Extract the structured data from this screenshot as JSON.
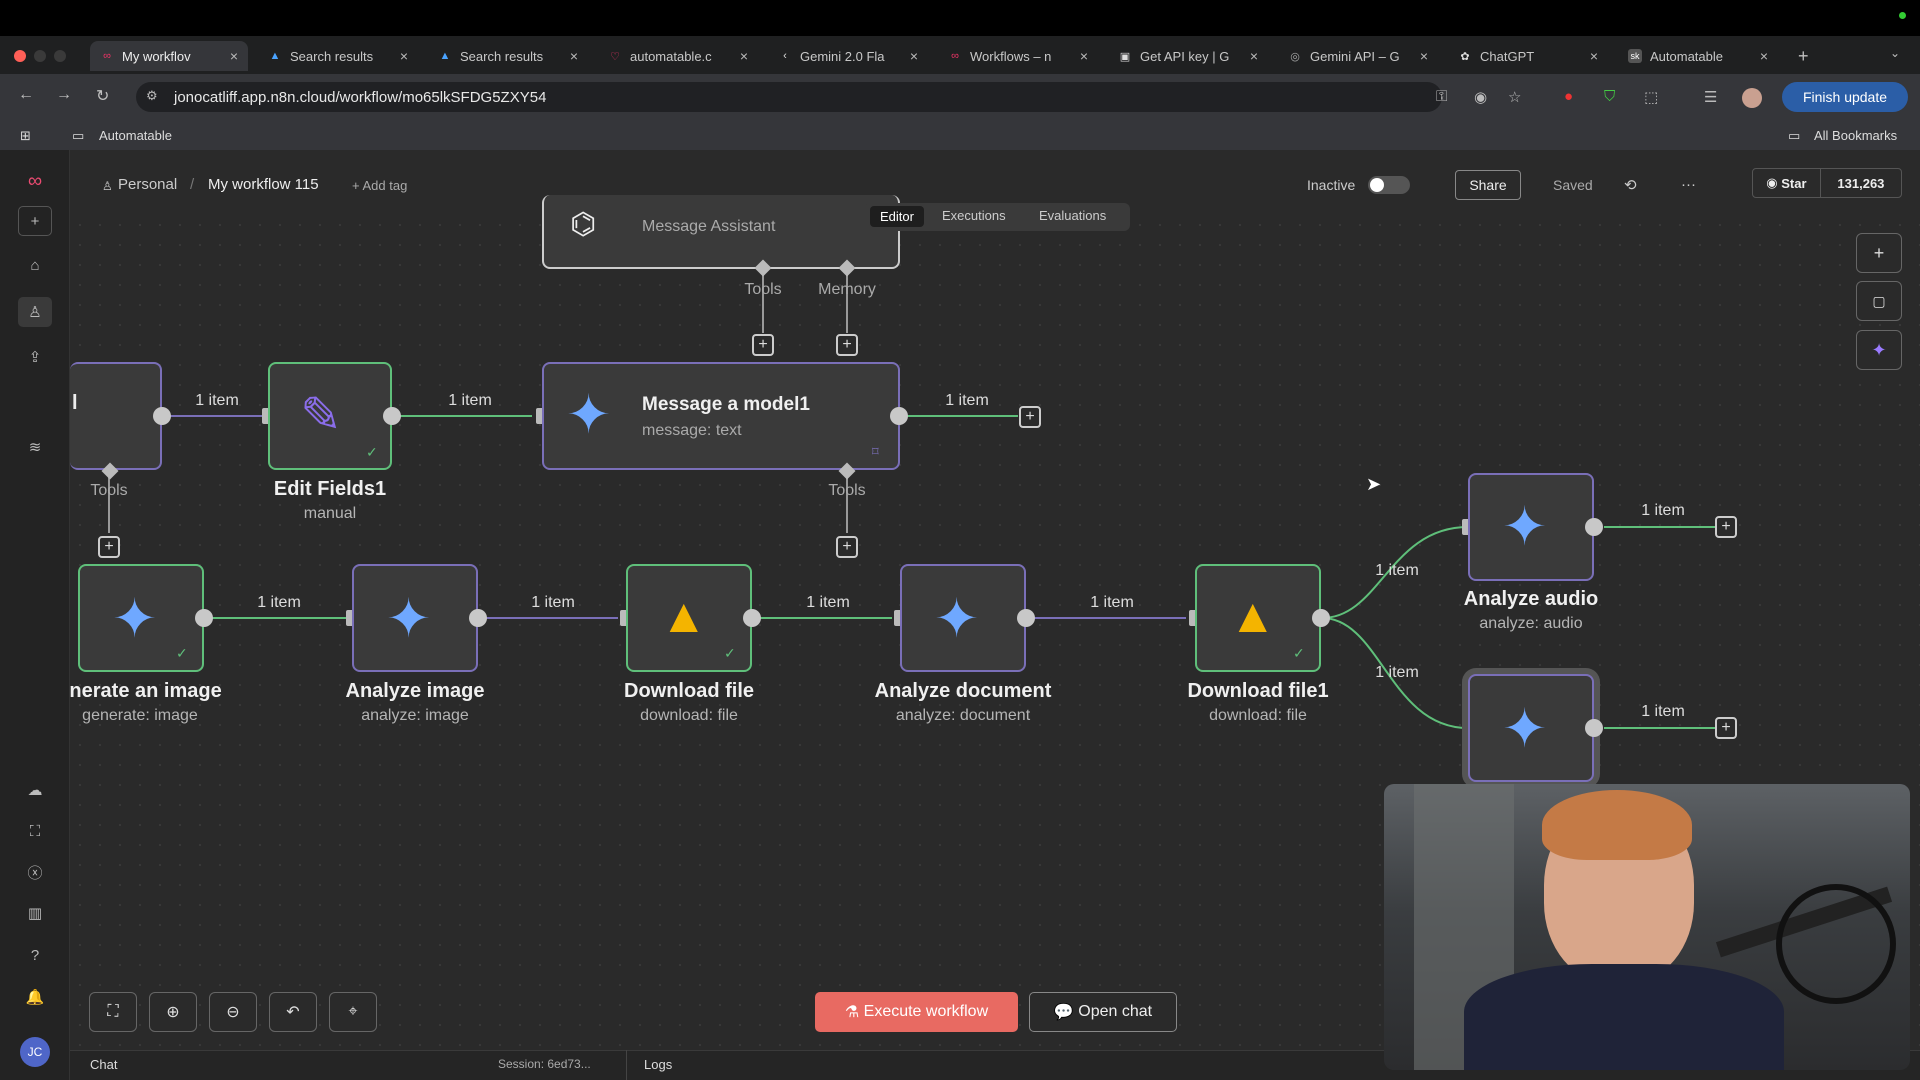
{
  "browser": {
    "tabs": [
      {
        "label": "My workflov",
        "active": true
      },
      {
        "label": "Search results"
      },
      {
        "label": "Search results"
      },
      {
        "label": "automatable.c"
      },
      {
        "label": "Gemini 2.0 Fla"
      },
      {
        "label": "Workflows – n"
      },
      {
        "label": "Get API key | G"
      },
      {
        "label": "Gemini API – G"
      },
      {
        "label": "ChatGPT"
      },
      {
        "label": "Automatable"
      }
    ],
    "url": "jonocatliff.app.n8n.cloud/workflow/mo65lkSFDG5ZXY54",
    "finish_update": "Finish update",
    "bookmark_folder": "Automatable",
    "all_bookmarks": "All Bookmarks"
  },
  "header": {
    "project": "Personal",
    "workflow_name": "My workflow 115",
    "add_tag": "+ Add tag",
    "status_label": "Inactive",
    "share": "Share",
    "saved": "Saved",
    "star": "Star",
    "star_count": "131,263",
    "view_tabs": [
      "Editor",
      "Executions",
      "Evaluations"
    ]
  },
  "canvas": {
    "assistant": {
      "label": "Message Assistant",
      "ports": [
        "Tools",
        "Memory"
      ]
    },
    "nodes": [
      {
        "title": "Edit Fields1",
        "subtitle": "manual"
      },
      {
        "title": "Message a model1",
        "subtitle": "message: text"
      },
      {
        "title": "enerate an image",
        "subtitle": "generate: image"
      },
      {
        "title": "Analyze image",
        "subtitle": "analyze: image"
      },
      {
        "title": "Download file",
        "subtitle": "download: file"
      },
      {
        "title": "Analyze document",
        "subtitle": "analyze: document"
      },
      {
        "title": "Download file1",
        "subtitle": "download: file"
      },
      {
        "title": "Analyze audio",
        "subtitle": "analyze: audio"
      }
    ],
    "edge_label": "1 item",
    "tools_label": "Tools",
    "fragment_label": "l"
  },
  "actions": {
    "execute": "Execute workflow",
    "open_chat": "Open chat"
  },
  "bottom": {
    "chat": "Chat",
    "session": "Session: 6ed73...",
    "logs": "Logs"
  },
  "user": {
    "initials": "JC"
  },
  "colors": {
    "accent": "#e86a62",
    "link_green": "#5fbf7a",
    "link_purple": "#7a6fb8",
    "finish_blue": "#2b5ea7"
  }
}
